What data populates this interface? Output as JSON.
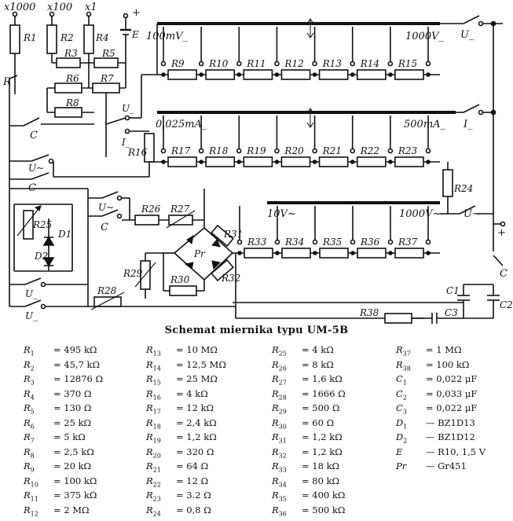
{
  "diagram": {
    "mult_labels": [
      "x1000",
      "x100",
      "x1"
    ],
    "top_resistors": [
      "R1",
      "R2",
      "R4",
      "R3",
      "R5",
      "R6",
      "R7",
      "R8"
    ],
    "E_label": "E",
    "plus_label": "+",
    "minus_label": "–",
    "R_label": "R",
    "switch_labels": {
      "C1": "C",
      "U1": "U_",
      "I1": "I_",
      "Uac": "U~",
      "C2": "C",
      "Uac2": "U~",
      "C3": "C",
      "Udc": "U_",
      "Udc2": "U_",
      "Cright": "C",
      "Uright": "U_",
      "Iright": "I_",
      "Uacright": "U~"
    },
    "dc_range_start": "100mV_",
    "dc_range_end": "1000V_",
    "dc_resistors": [
      "R9",
      "R10",
      "R11",
      "R12",
      "R13",
      "R14",
      "R15"
    ],
    "cur_range_start": "0,025mA_",
    "cur_range_end": "500mA_",
    "cur_resistors": [
      "R17",
      "R18",
      "R19",
      "R20",
      "R21",
      "R22",
      "R23"
    ],
    "ac_range_start": "10V~",
    "ac_range_end": "1000V~",
    "ac_resistors": [
      "R33",
      "R34",
      "R35",
      "R36",
      "R37"
    ],
    "misc_labels": {
      "R16": "R16",
      "R24": "R24",
      "R25": "R25",
      "D1": "D1",
      "D2": "D2",
      "R26": "R26",
      "R27": "R27",
      "R29": "R29",
      "R30": "R30",
      "R31": "R31",
      "R32": "R32",
      "Pr": "Pr",
      "R28": "R28",
      "R38": "R38",
      "C1": "C1",
      "C2": "C2",
      "C3": "C3"
    }
  },
  "title": "Schemat miernika typu UM-5B",
  "components": [
    [
      {
        "sym": "R",
        "sub": "1",
        "val": "= 495 kΩ"
      },
      {
        "sym": "R",
        "sub": "2",
        "val": "= 45,7 kΩ"
      },
      {
        "sym": "R",
        "sub": "3",
        "val": "= 12876 Ω"
      },
      {
        "sym": "R",
        "sub": "4",
        "val": "= 370 Ω"
      },
      {
        "sym": "R",
        "sub": "5",
        "val": "= 130 Ω"
      },
      {
        "sym": "R",
        "sub": "6",
        "val": "= 25 kΩ"
      },
      {
        "sym": "R",
        "sub": "7",
        "val": "= 5 kΩ"
      },
      {
        "sym": "R",
        "sub": "8",
        "val": "= 2,5 kΩ"
      },
      {
        "sym": "R",
        "sub": "9",
        "val": "= 20 kΩ"
      },
      {
        "sym": "R",
        "sub": "10",
        "val": "= 100 kΩ"
      },
      {
        "sym": "R",
        "sub": "11",
        "val": "= 375 kΩ"
      },
      {
        "sym": "R",
        "sub": "12",
        "val": "= 2 MΩ"
      }
    ],
    [
      {
        "sym": "R",
        "sub": "13",
        "val": "= 10 MΩ"
      },
      {
        "sym": "R",
        "sub": "14",
        "val": "= 12,5 MΩ"
      },
      {
        "sym": "R",
        "sub": "15",
        "val": "= 25 MΩ"
      },
      {
        "sym": "R",
        "sub": "16",
        "val": "= 4 kΩ"
      },
      {
        "sym": "R",
        "sub": "17",
        "val": "= 12 kΩ"
      },
      {
        "sym": "R",
        "sub": "18",
        "val": "= 2,4 kΩ"
      },
      {
        "sym": "R",
        "sub": "19",
        "val": "= 1,2 kΩ"
      },
      {
        "sym": "R",
        "sub": "20",
        "val": "= 320 Ω"
      },
      {
        "sym": "R",
        "sub": "21",
        "val": "= 64 Ω"
      },
      {
        "sym": "R",
        "sub": "22",
        "val": "= 12 Ω"
      },
      {
        "sym": "R",
        "sub": "23",
        "val": "= 3.2 Ω"
      },
      {
        "sym": "R",
        "sub": "24",
        "val": "= 0,8 Ω"
      }
    ],
    [
      {
        "sym": "R",
        "sub": "25",
        "val": "= 4 kΩ"
      },
      {
        "sym": "R",
        "sub": "26",
        "val": "= 8 kΩ"
      },
      {
        "sym": "R",
        "sub": "27",
        "val": "= 1,6 kΩ"
      },
      {
        "sym": "R",
        "sub": "28",
        "val": "= 1666 Ω"
      },
      {
        "sym": "R",
        "sub": "29",
        "val": "= 500 Ω"
      },
      {
        "sym": "R",
        "sub": "30",
        "val": "= 60 Ω"
      },
      {
        "sym": "R",
        "sub": "31",
        "val": "= 1,2 kΩ"
      },
      {
        "sym": "R",
        "sub": "32",
        "val": "= 1,2 kΩ"
      },
      {
        "sym": "R",
        "sub": "33",
        "val": "= 18 kΩ"
      },
      {
        "sym": "R",
        "sub": "34",
        "val": "= 80 kΩ"
      },
      {
        "sym": "R",
        "sub": "35",
        "val": "= 400 kΩ"
      },
      {
        "sym": "R",
        "sub": "36",
        "val": "= 500 kΩ"
      }
    ],
    [
      {
        "sym": "R",
        "sub": "37",
        "val": "= 1 MΩ"
      },
      {
        "sym": "R",
        "sub": "38",
        "val": "= 100 kΩ"
      },
      {
        "sym": "C",
        "sub": "1",
        "val": "= 0,022 μF"
      },
      {
        "sym": "C",
        "sub": "2",
        "val": "= 0,033 μF"
      },
      {
        "sym": "C",
        "sub": "3",
        "val": "= 0,022 μF"
      },
      {
        "sym": "D",
        "sub": "1",
        "val": "— BZ1D13"
      },
      {
        "sym": "D",
        "sub": "2",
        "val": "— BZ1D12"
      },
      {
        "sym": "E",
        "sub": "",
        "val": "— R10, 1,5 V"
      },
      {
        "sym": "Pr",
        "sub": "",
        "val": "— Gr451"
      }
    ]
  ]
}
